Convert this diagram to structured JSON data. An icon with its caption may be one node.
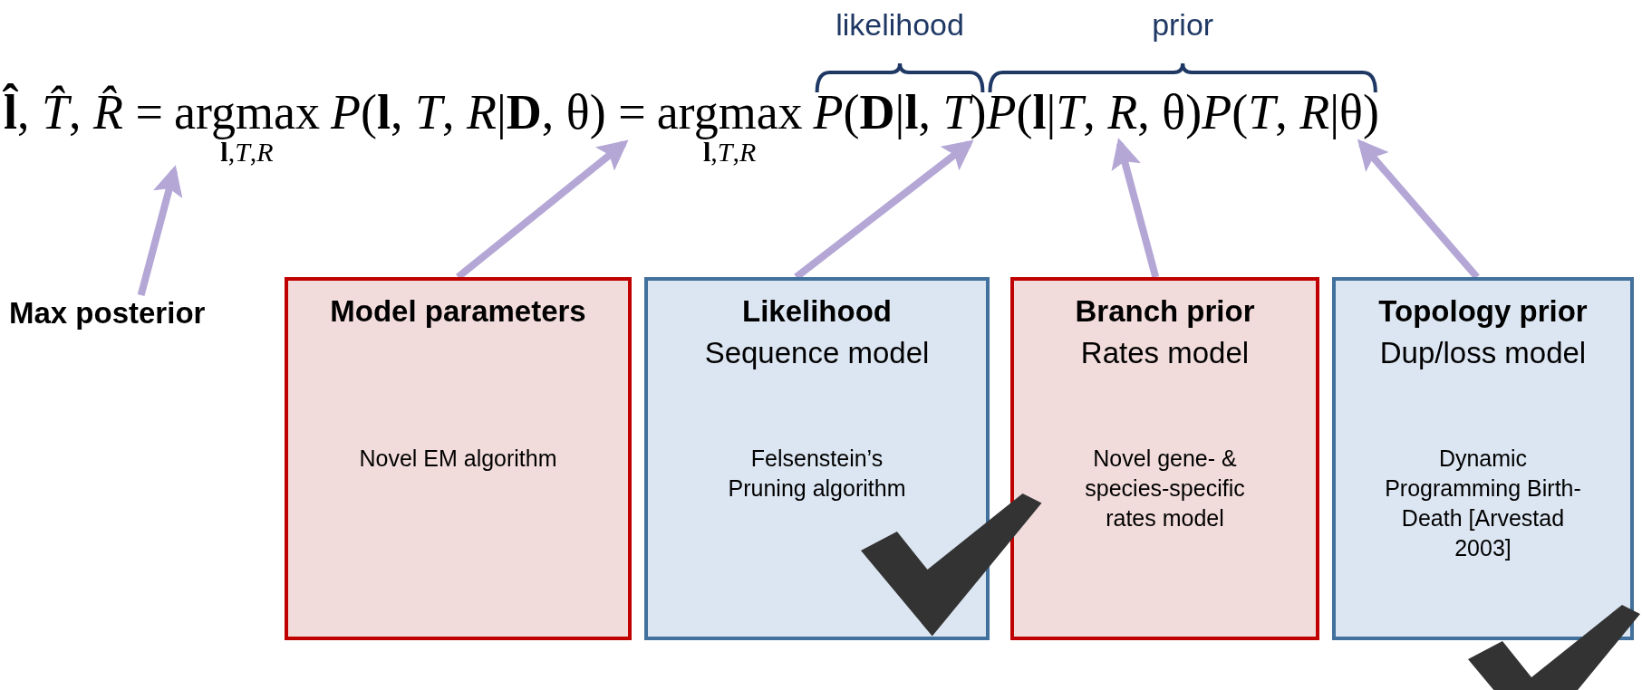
{
  "diagram": {
    "nodes": [
      {
        "text": [
          "**l̂**, *T̂*, *R̂* ="
        ]
      },
      {
        "text": [
          "argmax",
          "**l**,*T*,*R*"
        ]
      },
      {
        "text": [
          "*P*(**l**, *T*, *R*|**D**, θ) ="
        ]
      },
      {
        "text": [
          "argmax",
          "**l**,*T*,*R*"
        ]
      },
      {
        "text": [
          "*P*(**D**|**l**, *T*)"
        ]
      },
      {
        "text": [
          "*P*(**l**|*T*, *R*, θ)"
        ]
      },
      {
        "text": [
          "*P*(*T*, *R*|θ)"
        ]
      },
      {
        "text": [
          "Max posterior"
        ]
      },
      {
        "text": [
          "Model parameters",
          "Novel EM algorithm"
        ]
      },
      {
        "text": [
          "Likelihood",
          "Sequence model",
          "Felsenstein’s Pruning algorithm"
        ]
      },
      {
        "text": [
          "Branch prior",
          "Rates model",
          "Novel gene- & species-specific rates model"
        ]
      },
      {
        "text": [
          "Topology prior",
          "Dup/loss model",
          "Dynamic Programming Birth-Death [Arvestad 2003]"
        ]
      }
    ],
    "edges": [
      {
        "from": 7,
        "to": 1,
        "arrow": "to"
      },
      {
        "from": 8,
        "to": 2,
        "arrow": "to"
      },
      {
        "from": 9,
        "to": 4,
        "arrow": "to"
      },
      {
        "from": 10,
        "to": 5,
        "arrow": "to"
      },
      {
        "from": 11,
        "to": 6,
        "arrow": "to"
      }
    ],
    "labels": [
      "likelihood",
      "prior"
    ]
  }
}
